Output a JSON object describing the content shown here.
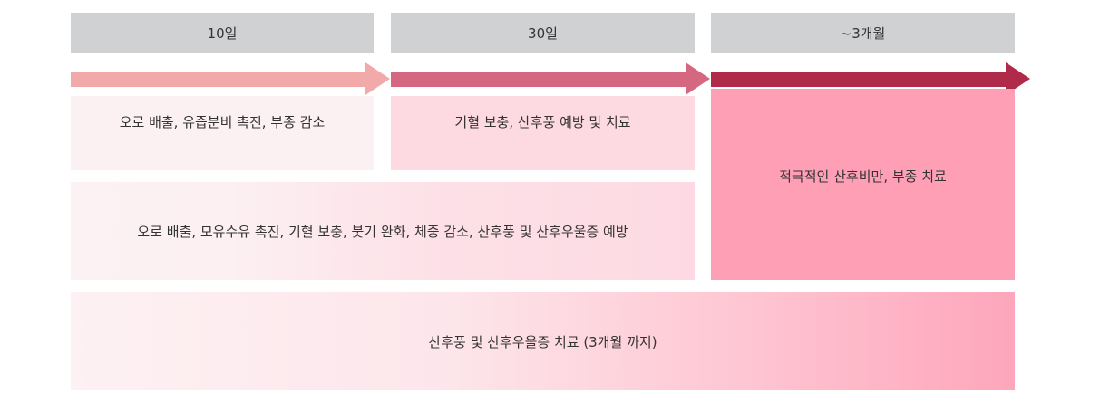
{
  "periods": [
    {
      "label": "10일"
    },
    {
      "label": "30일"
    },
    {
      "label": "~3개월"
    }
  ],
  "colors": {
    "header_bg": "#d0d1d3",
    "arrow_1": "#f2a9a9",
    "arrow_2": "#d56780",
    "arrow_3": "#b02b4a",
    "box_1": "#fcf1f2",
    "box_2": "#fdd9e2",
    "box_3": "#fe9fb6"
  },
  "effects": {
    "period_1": "오로 배출, 유즙분비 촉진, 부종 감소",
    "period_2": "기혈 보충, 산후풍 예방 및 치료",
    "period_3": "적극적인 산후비만, 부종 치료"
  },
  "combined": {
    "first_month": "오로 배출, 모유수유 촉진, 기혈 보충, 붓기 완화, 체중 감소, 산후풍 및 산후우울증 예방",
    "overall": "산후풍 및 산후우울증 치료 (3개월 까지)"
  }
}
